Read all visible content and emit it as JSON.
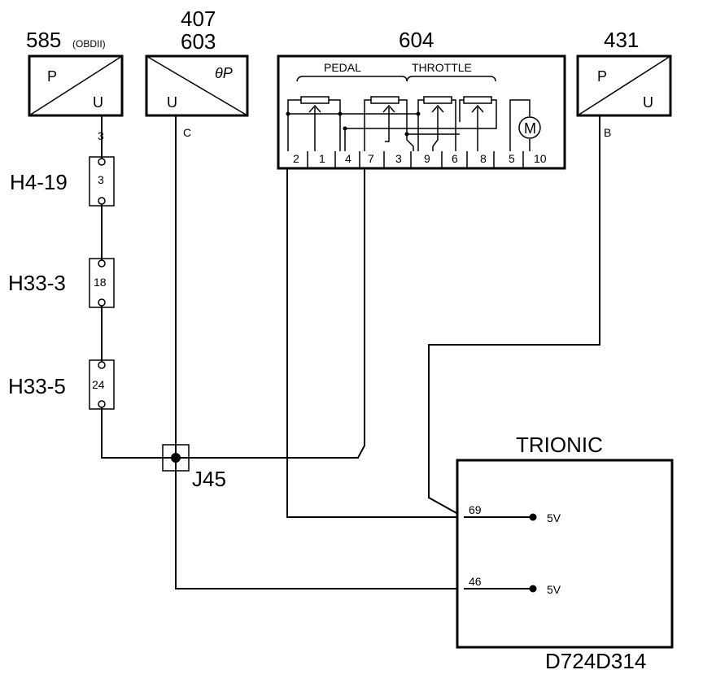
{
  "components": {
    "c585": {
      "number": "585",
      "suffix": "(OBDII)",
      "left_label": "P",
      "right_label": "U",
      "pin": "3"
    },
    "c407": {
      "number_top": "407",
      "number_bottom": "603",
      "theta_label": "θP",
      "left_label": "U",
      "pin": "C"
    },
    "c604": {
      "number": "604",
      "group_pedal": "PEDAL",
      "group_throttle": "THROTTLE",
      "motor": "M",
      "pins": [
        "2",
        "1",
        "4",
        "7",
        "3",
        "9",
        "6",
        "8",
        "5",
        "10"
      ]
    },
    "c431": {
      "number": "431",
      "left_label": "P",
      "right_label": "U",
      "pin": "B"
    }
  },
  "connectors": [
    {
      "name": "H4-19",
      "pin": "3"
    },
    {
      "name": "H33-3",
      "pin": "18"
    },
    {
      "name": "H33-5",
      "pin": "24"
    }
  ],
  "junction": {
    "name": "J45"
  },
  "ecu": {
    "title": "TRIONIC",
    "code": "D724D314",
    "pin_a": "69",
    "pin_b": "46",
    "voltage_a": "5V",
    "voltage_b": "5V"
  }
}
